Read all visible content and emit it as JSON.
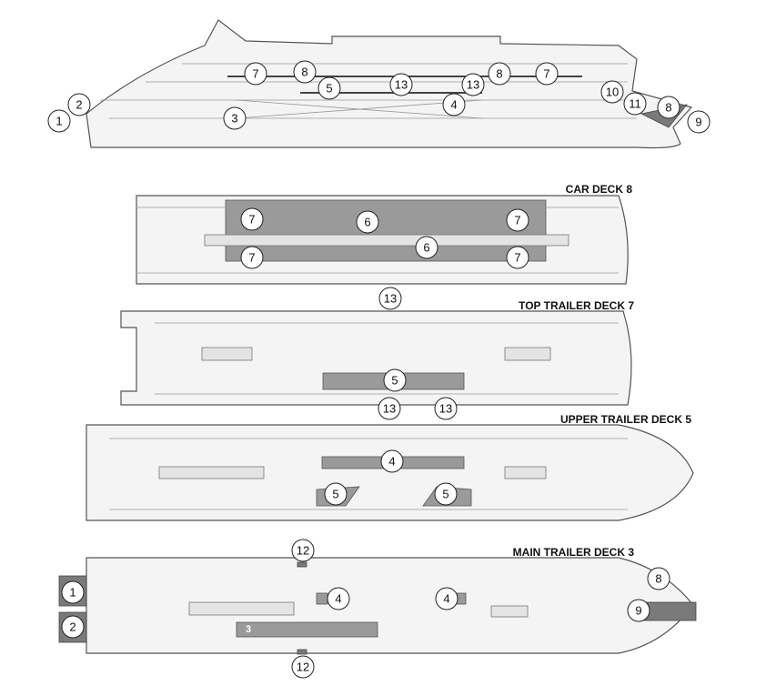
{
  "decks": {
    "car_deck": "CAR DECK 8",
    "top_trailer_deck": "TOP TRAILER DECK 7",
    "upper_trailer_deck": "UPPER TRAILER DECK 5",
    "main_trailer_deck": "MAIN TRAILER DECK 3"
  },
  "markers": {
    "profile": [
      "1",
      "2",
      "3",
      "4",
      "5",
      "7",
      "8",
      "13",
      "13",
      "8",
      "7",
      "10",
      "11",
      "8",
      "9"
    ],
    "car_deck": [
      "7",
      "6",
      "7",
      "7",
      "6",
      "7"
    ],
    "top_trailer_deck": [
      "13",
      "5",
      "13",
      "13"
    ],
    "upper_trailer_deck": [
      "4",
      "5",
      "5"
    ],
    "main_trailer_deck": [
      "12",
      "1",
      "4",
      "4",
      "8",
      "9",
      "2",
      "12"
    ],
    "ramp_label": "3"
  }
}
